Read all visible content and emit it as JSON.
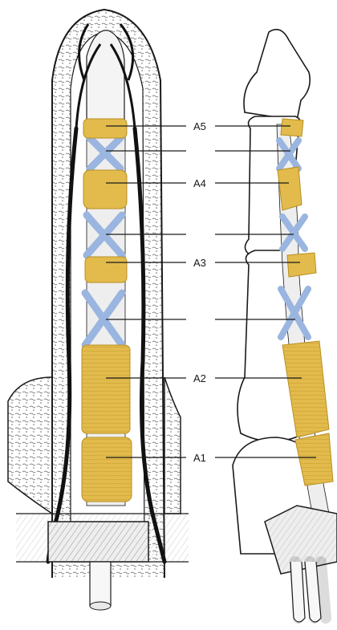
{
  "figure": {
    "labels": {
      "a5": "A5",
      "a4": "A4",
      "a3": "A3",
      "a2": "A2",
      "a1": "A1"
    },
    "colors": {
      "annular_pulley": "#e2bb4c",
      "cruciform_pulley": "#9ab5e0",
      "outline": "#1a1a1a",
      "vessel": "#111111",
      "bone": "#ffffff",
      "tendon": "#f2f2f2"
    }
  }
}
